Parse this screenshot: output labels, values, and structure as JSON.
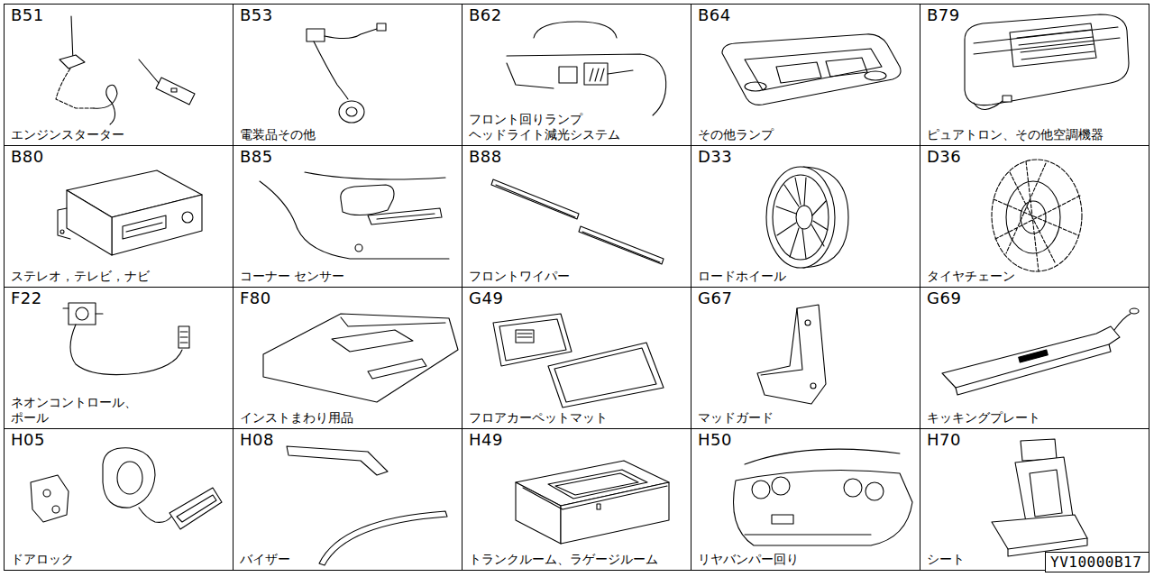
{
  "diagram": {
    "nodes": [
      {
        "text": [
          "B51",
          "エンジンスターター"
        ]
      },
      {
        "text": [
          "B53",
          "電装品その他"
        ]
      },
      {
        "text": [
          "B62",
          "フロント回りランプ ヘッドライト減光システム"
        ]
      },
      {
        "text": [
          "B64",
          "その他ランプ"
        ]
      },
      {
        "text": [
          "B79",
          "ピュアトロン、その他空調機器"
        ]
      },
      {
        "text": [
          "B80",
          "ステレオ，テレビ，ナビ"
        ]
      },
      {
        "text": [
          "B85",
          "コーナー センサー"
        ]
      },
      {
        "text": [
          "B88",
          "フロントワイパー"
        ]
      },
      {
        "text": [
          "D33",
          "ロードホイール"
        ]
      },
      {
        "text": [
          "D36",
          "タイヤチェーン"
        ]
      },
      {
        "text": [
          "F22",
          "ネオンコントロール、 ポール"
        ]
      },
      {
        "text": [
          "F80",
          "インストまわり用品"
        ]
      },
      {
        "text": [
          "G49",
          "フロアカーペットマット"
        ]
      },
      {
        "text": [
          "G67",
          "マッドガード"
        ]
      },
      {
        "text": [
          "G69",
          "キッキングプレート"
        ]
      },
      {
        "text": [
          "H05",
          "ドアロック"
        ]
      },
      {
        "text": [
          "H08",
          "バイザー"
        ]
      },
      {
        "text": [
          "H49",
          "トランクルーム、ラゲージルーム"
        ]
      },
      {
        "text": [
          "H50",
          "リヤバンパー回り"
        ]
      },
      {
        "text": [
          "H70",
          "シート"
        ]
      },
      {
        "text": [
          "YV10000B17"
        ]
      }
    ]
  }
}
